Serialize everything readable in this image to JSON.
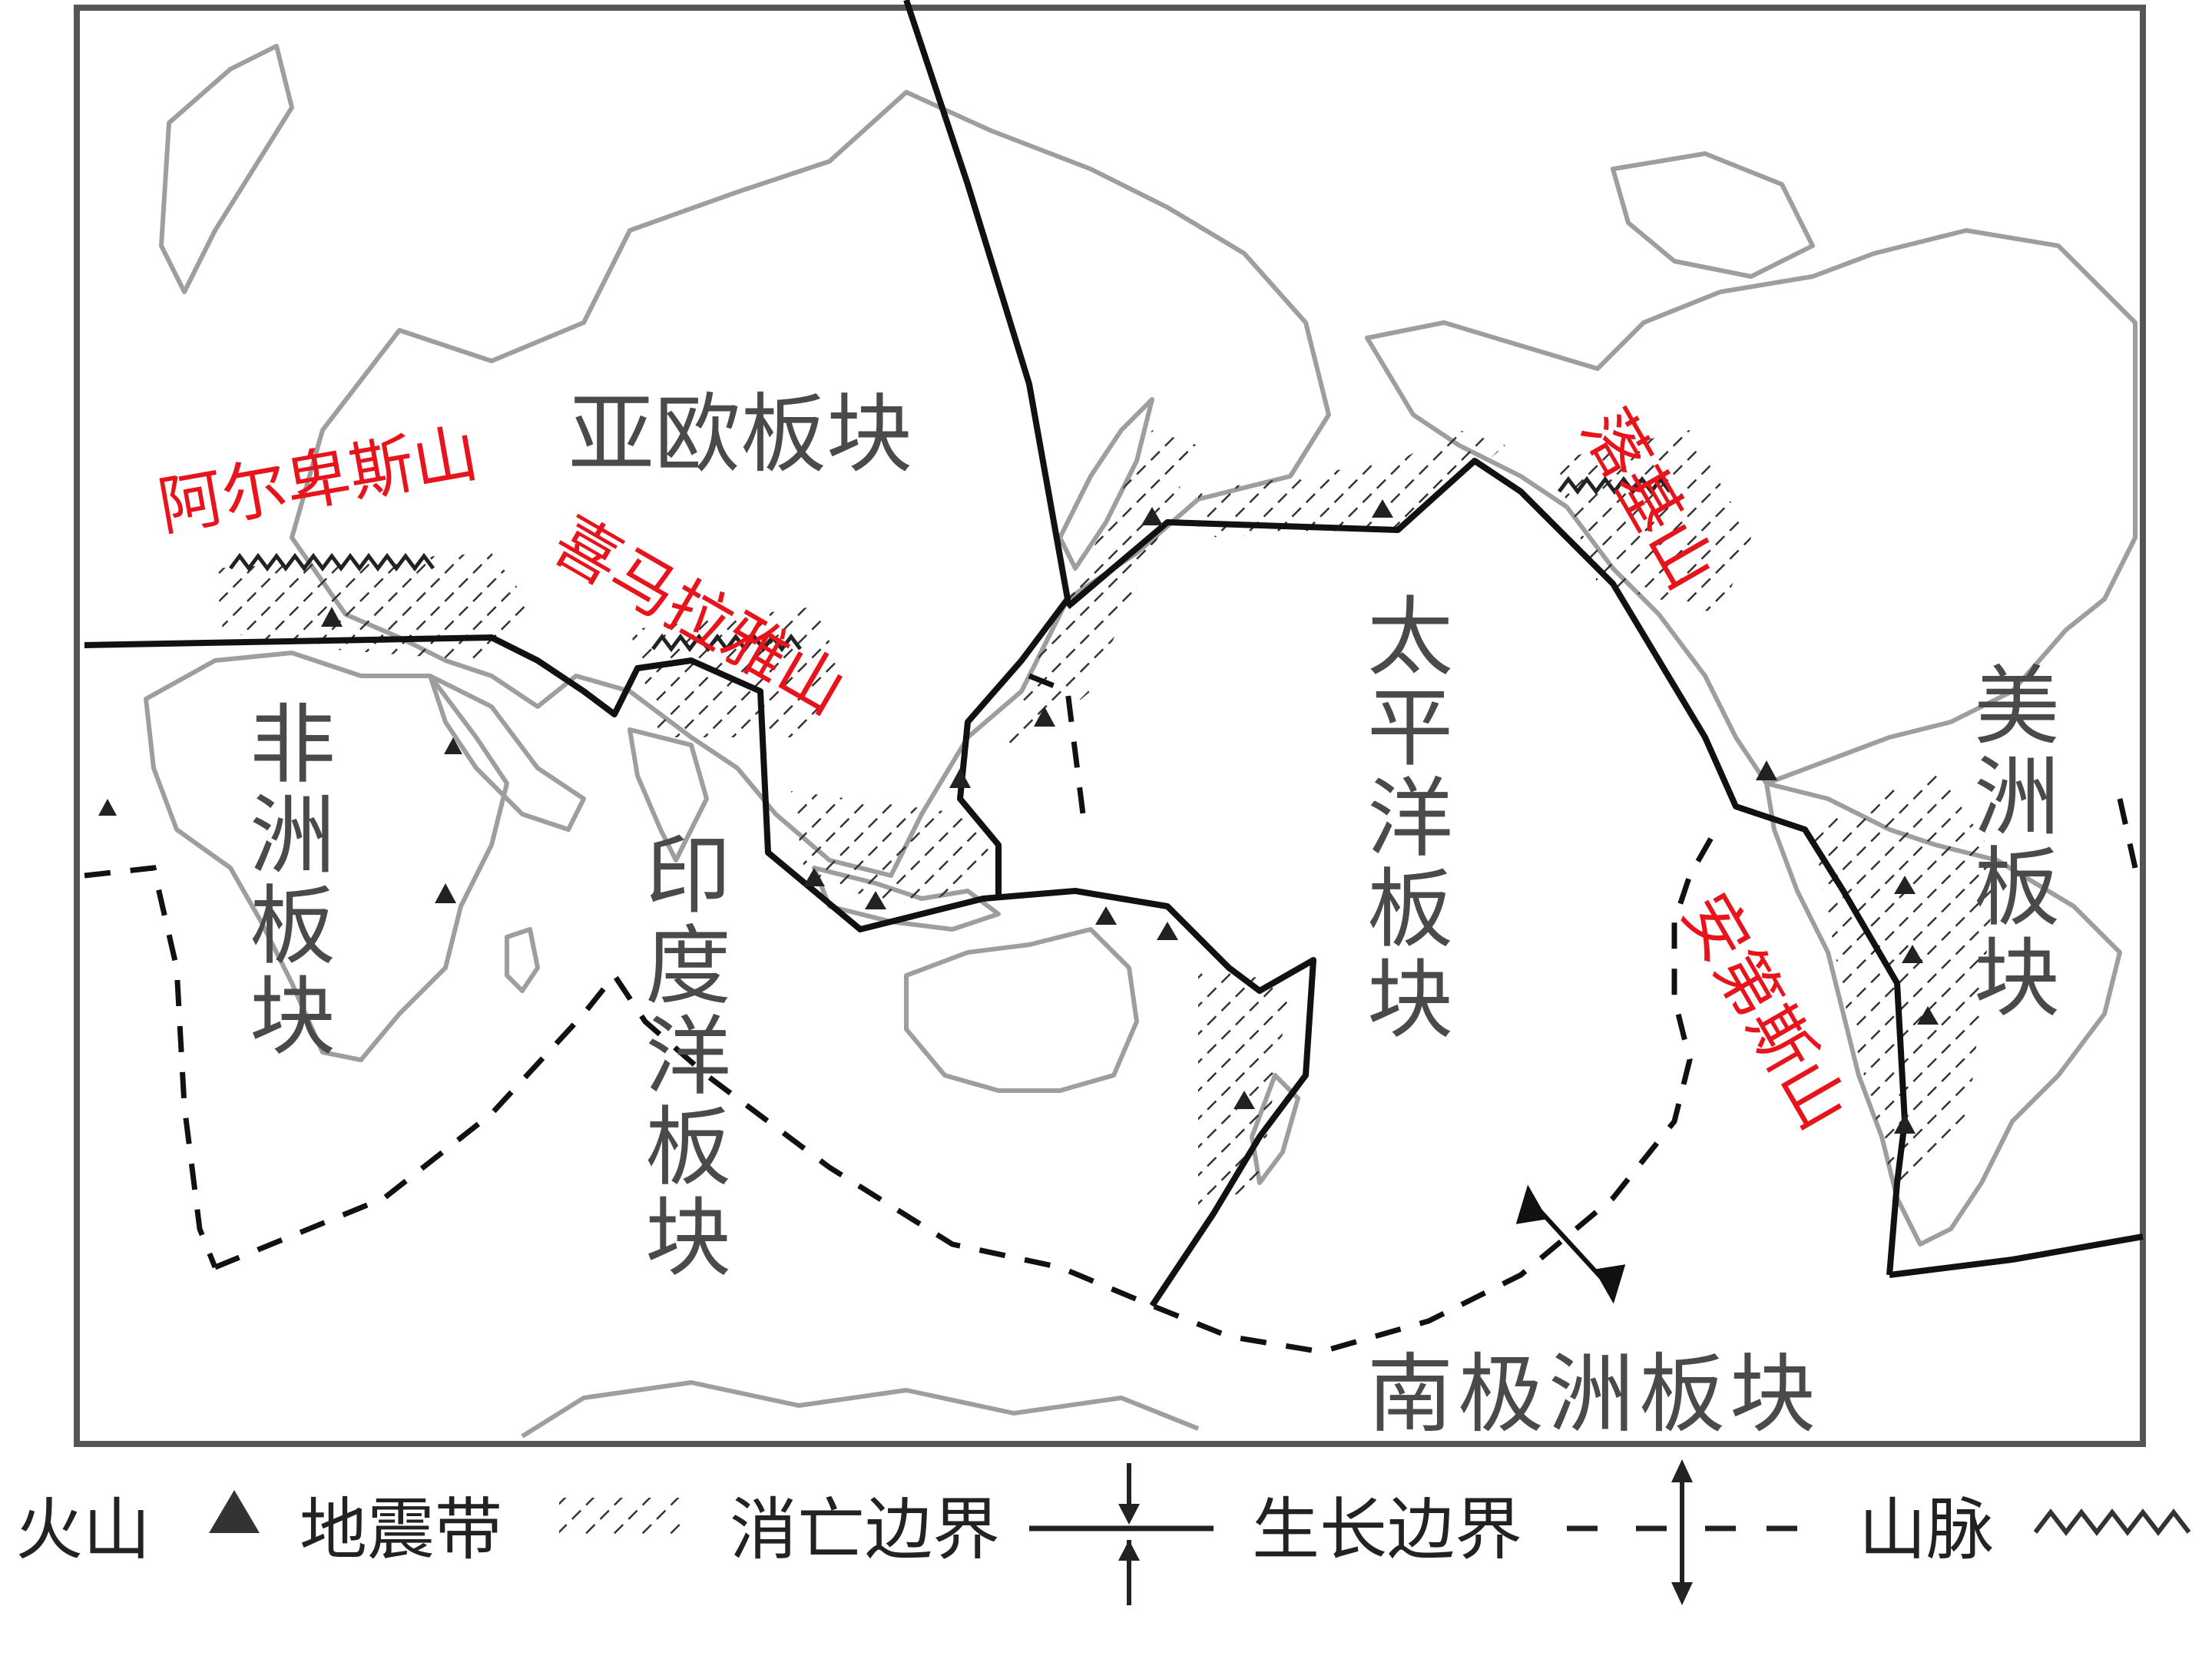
{
  "plates": {
    "eurasian": "亚欧板块",
    "african": "非洲板块",
    "indian_ocean": "印度洋板块",
    "pacific": "太平洋板块",
    "american": "美洲板块",
    "antarctic": "南极洲板块"
  },
  "mountains": {
    "alps": "阿尔卑斯山",
    "himalaya": "喜马拉雅山",
    "rockies": "落基山",
    "andes": "安第斯山"
  },
  "legend": {
    "volcano": "火山",
    "seismic_belt": "地震带",
    "subduction_boundary": "消亡边界",
    "spreading_boundary": "生长边界",
    "mountain_range": "山脉"
  },
  "colors": {
    "mountain_label": "#e8141b",
    "boundary_line": "#111111",
    "coastline": "#9a9a9a",
    "plate_label": "#4a4a4a"
  }
}
